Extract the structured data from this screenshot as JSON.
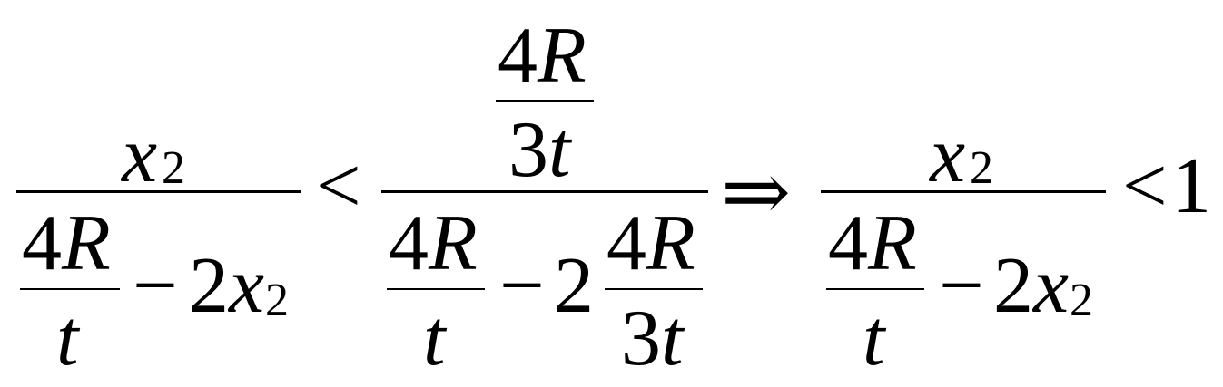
{
  "equation": {
    "left": {
      "num_var": "x",
      "num_sub": "2",
      "den_frac_num": "4R",
      "den_frac_den": "t",
      "den_minus": "−",
      "den_coef": "2",
      "den_var": "x",
      "den_sub": "2"
    },
    "less_than": "<",
    "middle": {
      "num_frac_num": "4R",
      "num_frac_den": "3t",
      "den_frac1_num": "4R",
      "den_frac1_den": "t",
      "den_minus": "−",
      "den_coef": "2",
      "den_frac2_num": "4R",
      "den_frac2_den": "3t"
    },
    "implies": "⇒",
    "right": {
      "num_var": "x",
      "num_sub": "2",
      "den_frac_num": "4R",
      "den_frac_den": "t",
      "den_minus": "−",
      "den_coef": "2",
      "den_var": "x",
      "den_sub": "2"
    },
    "final_less_than": "<",
    "final_value": "1"
  }
}
